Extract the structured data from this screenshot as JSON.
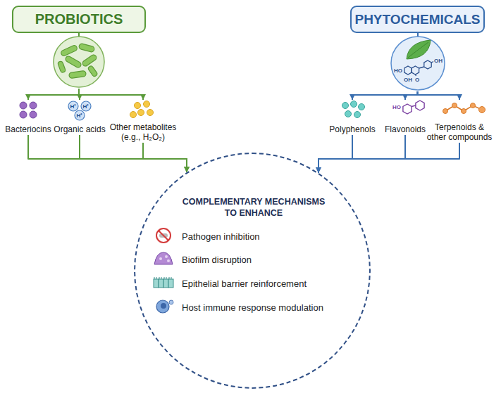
{
  "diagram": {
    "nodes": [
      {
        "text": [
          "PROBIOTICS"
        ]
      },
      {
        "text": [
          "PHYTOCHEMICALS"
        ]
      },
      {
        "text": [
          "Bacteriocins"
        ]
      },
      {
        "text": [
          "Organic acids"
        ]
      },
      {
        "text": [
          "Other metabolites (e.g., H₂O₂)"
        ]
      },
      {
        "text": [
          "Polyphenols"
        ]
      },
      {
        "text": [
          "Flavonoids"
        ]
      },
      {
        "text": [
          "Terpenoids & other compounds"
        ]
      },
      {
        "text": [
          "COMPLEMENTARY MECHANISMS TO ENHANCE",
          "Pathogen inhibition",
          "Biofilm disruption",
          "Epithelial barrier reinforcement",
          "Host immune response modulation"
        ]
      }
    ],
    "edges": [
      {
        "from": 0,
        "to": 2,
        "arrow": "to"
      },
      {
        "from": 0,
        "to": 3,
        "arrow": "to"
      },
      {
        "from": 0,
        "to": 4,
        "arrow": "to"
      },
      {
        "from": 1,
        "to": 5,
        "arrow": "to"
      },
      {
        "from": 1,
        "to": 6,
        "arrow": "to"
      },
      {
        "from": 1,
        "to": 7,
        "arrow": "to"
      },
      {
        "from": 2,
        "to": 8,
        "arrow": "to"
      },
      {
        "from": 3,
        "to": 8,
        "arrow": "to"
      },
      {
        "from": 4,
        "to": 8,
        "arrow": "to"
      },
      {
        "from": 5,
        "to": 8,
        "arrow": "to"
      },
      {
        "from": 6,
        "to": 8,
        "arrow": "to"
      },
      {
        "from": 7,
        "to": 8,
        "arrow": "to"
      }
    ],
    "labels": [
      "HO",
      "OH",
      "OH",
      "O",
      "H⁺",
      "H⁺",
      "H⁺",
      "HO"
    ]
  }
}
